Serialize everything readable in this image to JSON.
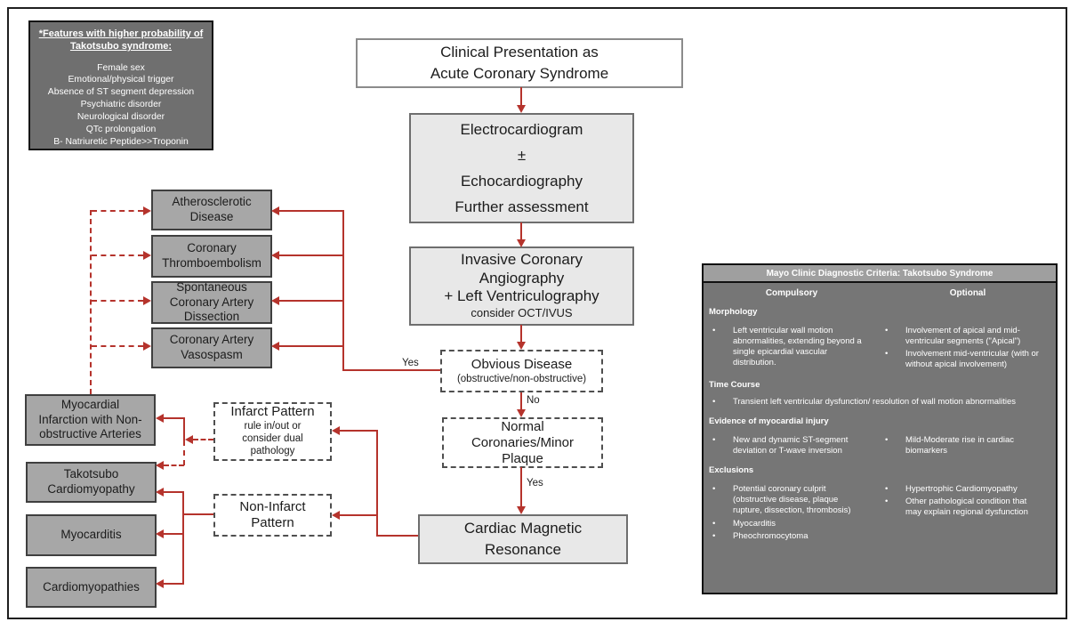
{
  "colors": {
    "arrow_red": "#b5332c",
    "dark_gray_panel": "#6f6f6f",
    "table_body_gray": "#767676",
    "table_header_gray": "#9f9f9f",
    "diagnosis_box_gray": "#a7a7a7",
    "flow_box_light_gray": "#e8e8e8"
  },
  "features_box": {
    "title": "*Features with higher probability of\nTakotsubo syndrome:",
    "items": [
      "Female sex",
      "Emotional/physical trigger",
      "Absence of ST segment depression",
      "Psychiatric disorder",
      "Neurological disorder",
      "QTc prolongation",
      "B- Natriuretic Peptide>>Troponin"
    ]
  },
  "flow": {
    "clinical": "Clinical Presentation as\nAcute Coronary Syndrome",
    "ecg": "Electrocardiogram\n±\nEchocardiography\nFurther assessment",
    "angio_main": "Invasive Coronary\nAngiography\n+ Left Ventriculography",
    "angio_sub": "consider OCT/IVUS",
    "obvious_main": "Obvious Disease",
    "obvious_sub": "(obstructive/non-obstructive)",
    "normal": "Normal\nCoronaries/Minor\nPlaque",
    "cmr": "Cardiac Magnetic\nResonance",
    "labels": {
      "yes_obvious": "Yes",
      "no_obvious": "No",
      "yes_normal": "Yes"
    }
  },
  "differentials": [
    "Atherosclerotic\nDisease",
    "Coronary\nThromboembolism",
    "Spontaneous\nCoronary Artery\nDissection",
    "Coronary Artery\nVasospasm"
  ],
  "patterns": {
    "infarct_main": "Infarct Pattern",
    "infarct_sub": "rule in/out or\nconsider dual\npathology",
    "noninfarct": "Non-Infarct\nPattern"
  },
  "outcomes": [
    "Myocardial\nInfarction with Non-\nobstructive Arteries",
    "Takotsubo\nCardiomyopathy",
    "Myocarditis",
    "Cardiomyopathies"
  ],
  "mayo_table": {
    "title": "Mayo Clinic Diagnostic Criteria: Takotsubo Syndrome",
    "columns": [
      "Compulsory",
      "Optional"
    ],
    "sections": [
      {
        "heading": "Morphology",
        "left": [
          "Left ventricular wall motion abnormalities, extending beyond a single epicardial vascular distribution."
        ],
        "right": [
          "Involvement of apical and mid-ventricular segments (\"Apical\")",
          "Involvement mid-ventricular (with or without apical involvement)"
        ]
      },
      {
        "heading": "Time Course",
        "full": [
          "Transient left ventricular dysfunction/ resolution of wall motion abnormalities"
        ]
      },
      {
        "heading": "Evidence of myocardial injury",
        "left": [
          "New and dynamic ST-segment deviation or T-wave inversion"
        ],
        "right": [
          "Mild-Moderate rise in cardiac biomarkers"
        ]
      },
      {
        "heading": "Exclusions",
        "left": [
          "Potential coronary culprit (obstructive disease, plaque rupture, dissection, thrombosis)",
          "Myocarditis",
          "Pheochromocytoma"
        ],
        "right": [
          "Hypertrophic Cardiomyopathy",
          "Other pathological condition that may explain regional dysfunction"
        ]
      }
    ]
  }
}
